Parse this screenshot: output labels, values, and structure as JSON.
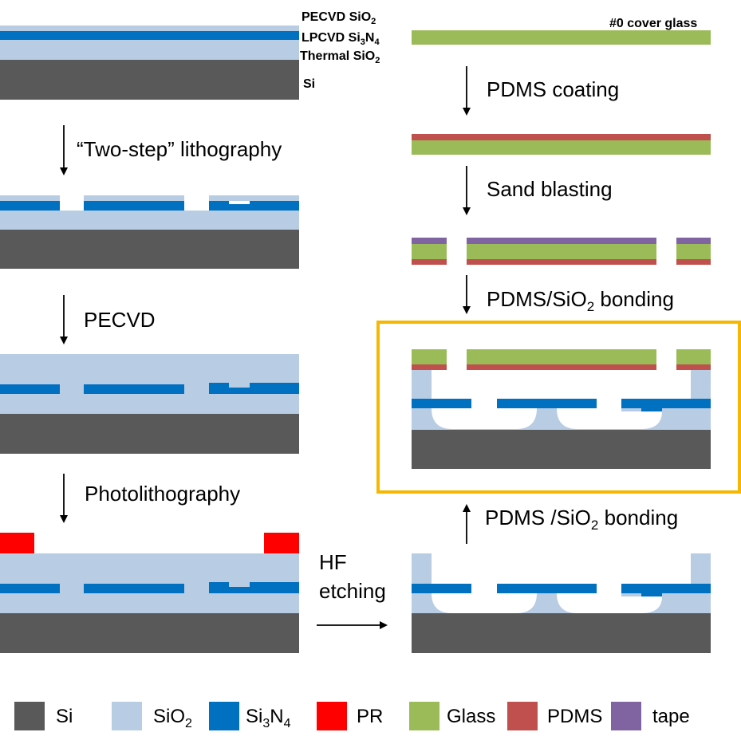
{
  "colors": {
    "si": "#595959",
    "sio2": "#b8cce4",
    "si3n4": "#0070c0",
    "pr": "#ff0000",
    "glass": "#9bbb59",
    "pdms": "#c0504d",
    "tape": "#8064a2",
    "highlight": "#f5b800"
  },
  "layer_labels": {
    "pecvd_sio2": "PECVD SiO",
    "pecvd_sub": "2",
    "lpcvd_si3n4_a": "LPCVD Si",
    "lpcvd_sub3": "3",
    "lpcvd_n": "N",
    "lpcvd_sub4": "4",
    "thermal_sio2": "Thermal SiO",
    "thermal_sub": "2",
    "si": "Si",
    "cover_glass": "#0 cover glass"
  },
  "steps": {
    "two_step": "“Two-step” lithography",
    "pecvd": "PECVD",
    "photolithography": "Photolithography",
    "hf_1": "HF",
    "hf_2": "etching",
    "pdms_coating": "PDMS coating",
    "sand_blasting": "Sand blasting",
    "bonding_top_a": "PDMS/SiO",
    "bonding_top_sub": "2",
    "bonding_top_b": " bonding",
    "bonding_bottom_a": "PDMS /SiO",
    "bonding_bottom_sub": "2",
    "bonding_bottom_b": " bonding"
  },
  "legend": {
    "si": "Si",
    "sio2_a": "SiO",
    "sio2_sub": "2",
    "si3n4_a": "Si",
    "si3n4_sub3": "3",
    "si3n4_n": "N",
    "si3n4_sub4": "4",
    "pr": "PR",
    "glass": "Glass",
    "pdms": "PDMS",
    "tape": "tape"
  }
}
